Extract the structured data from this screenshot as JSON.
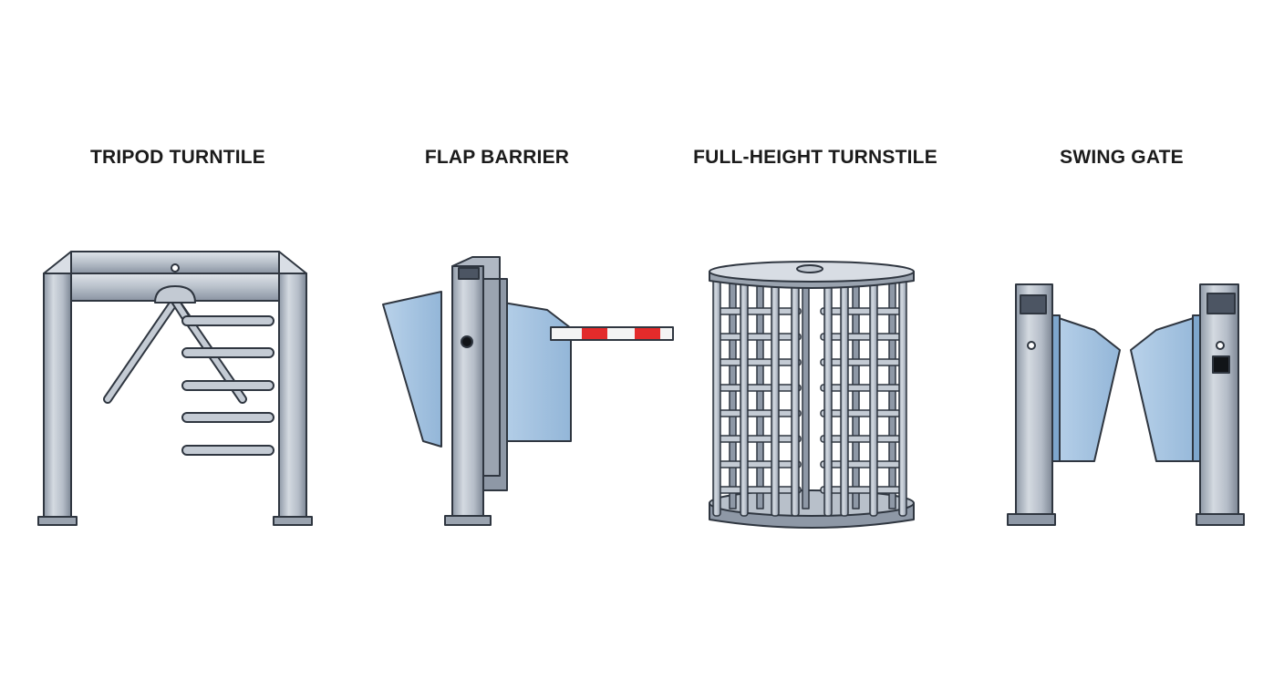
{
  "title": "",
  "items": [
    {
      "label": "TRIPOD TURNTILE",
      "icon": "tripod-turnstile-icon"
    },
    {
      "label": "FLAP BARRIER",
      "icon": "flap-barrier-icon"
    },
    {
      "label": "FULL-HEIGHT TURNSTILE",
      "icon": "full-height-turnstile-icon"
    },
    {
      "label": "SWING GATE",
      "icon": "swing-gate-icon"
    }
  ],
  "colors": {
    "metal_light": "#c9cfd7",
    "metal_mid": "#a4adb9",
    "metal_dark": "#6d7785",
    "outline": "#2f3640",
    "glass": "#a9c6e2",
    "glass_edge": "#7ea6cc",
    "barrier_red": "#e32b2b",
    "screen": "#4c5563"
  }
}
